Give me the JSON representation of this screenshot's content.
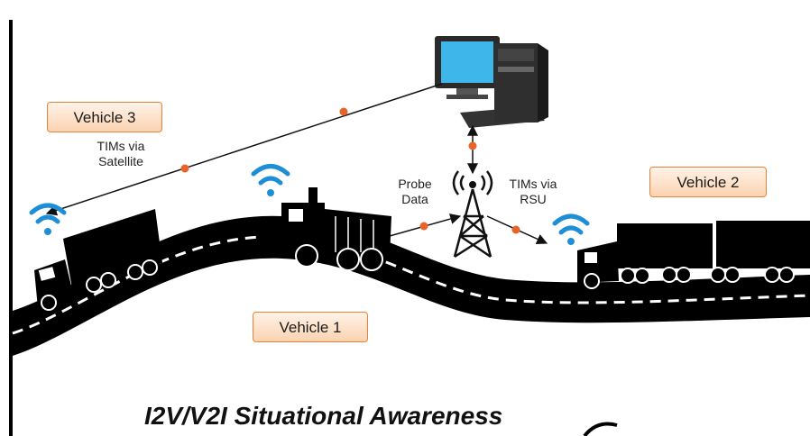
{
  "badges": {
    "vehicle1": "Vehicle 1",
    "vehicle2": "Vehicle 2",
    "vehicle3": "Vehicle 3"
  },
  "labels": {
    "tims_satellite": [
      "TIMs via",
      "Satellite"
    ],
    "probe_data": [
      "Probe",
      "Data"
    ],
    "tims_rsu": [
      "TIMs via",
      "RSU"
    ]
  },
  "caption": "I2V/V2I Situational Awareness",
  "colors": {
    "badge_border": "#e8823a",
    "badge_fill": "#fbd3b0",
    "link_dot": "#e8632a",
    "wifi": "#1e8fd6",
    "road": "#000000"
  },
  "icons": [
    "computer-icon",
    "radio-tower-icon",
    "wifi-icon",
    "semi-truck-icon",
    "snowplow-icon"
  ]
}
